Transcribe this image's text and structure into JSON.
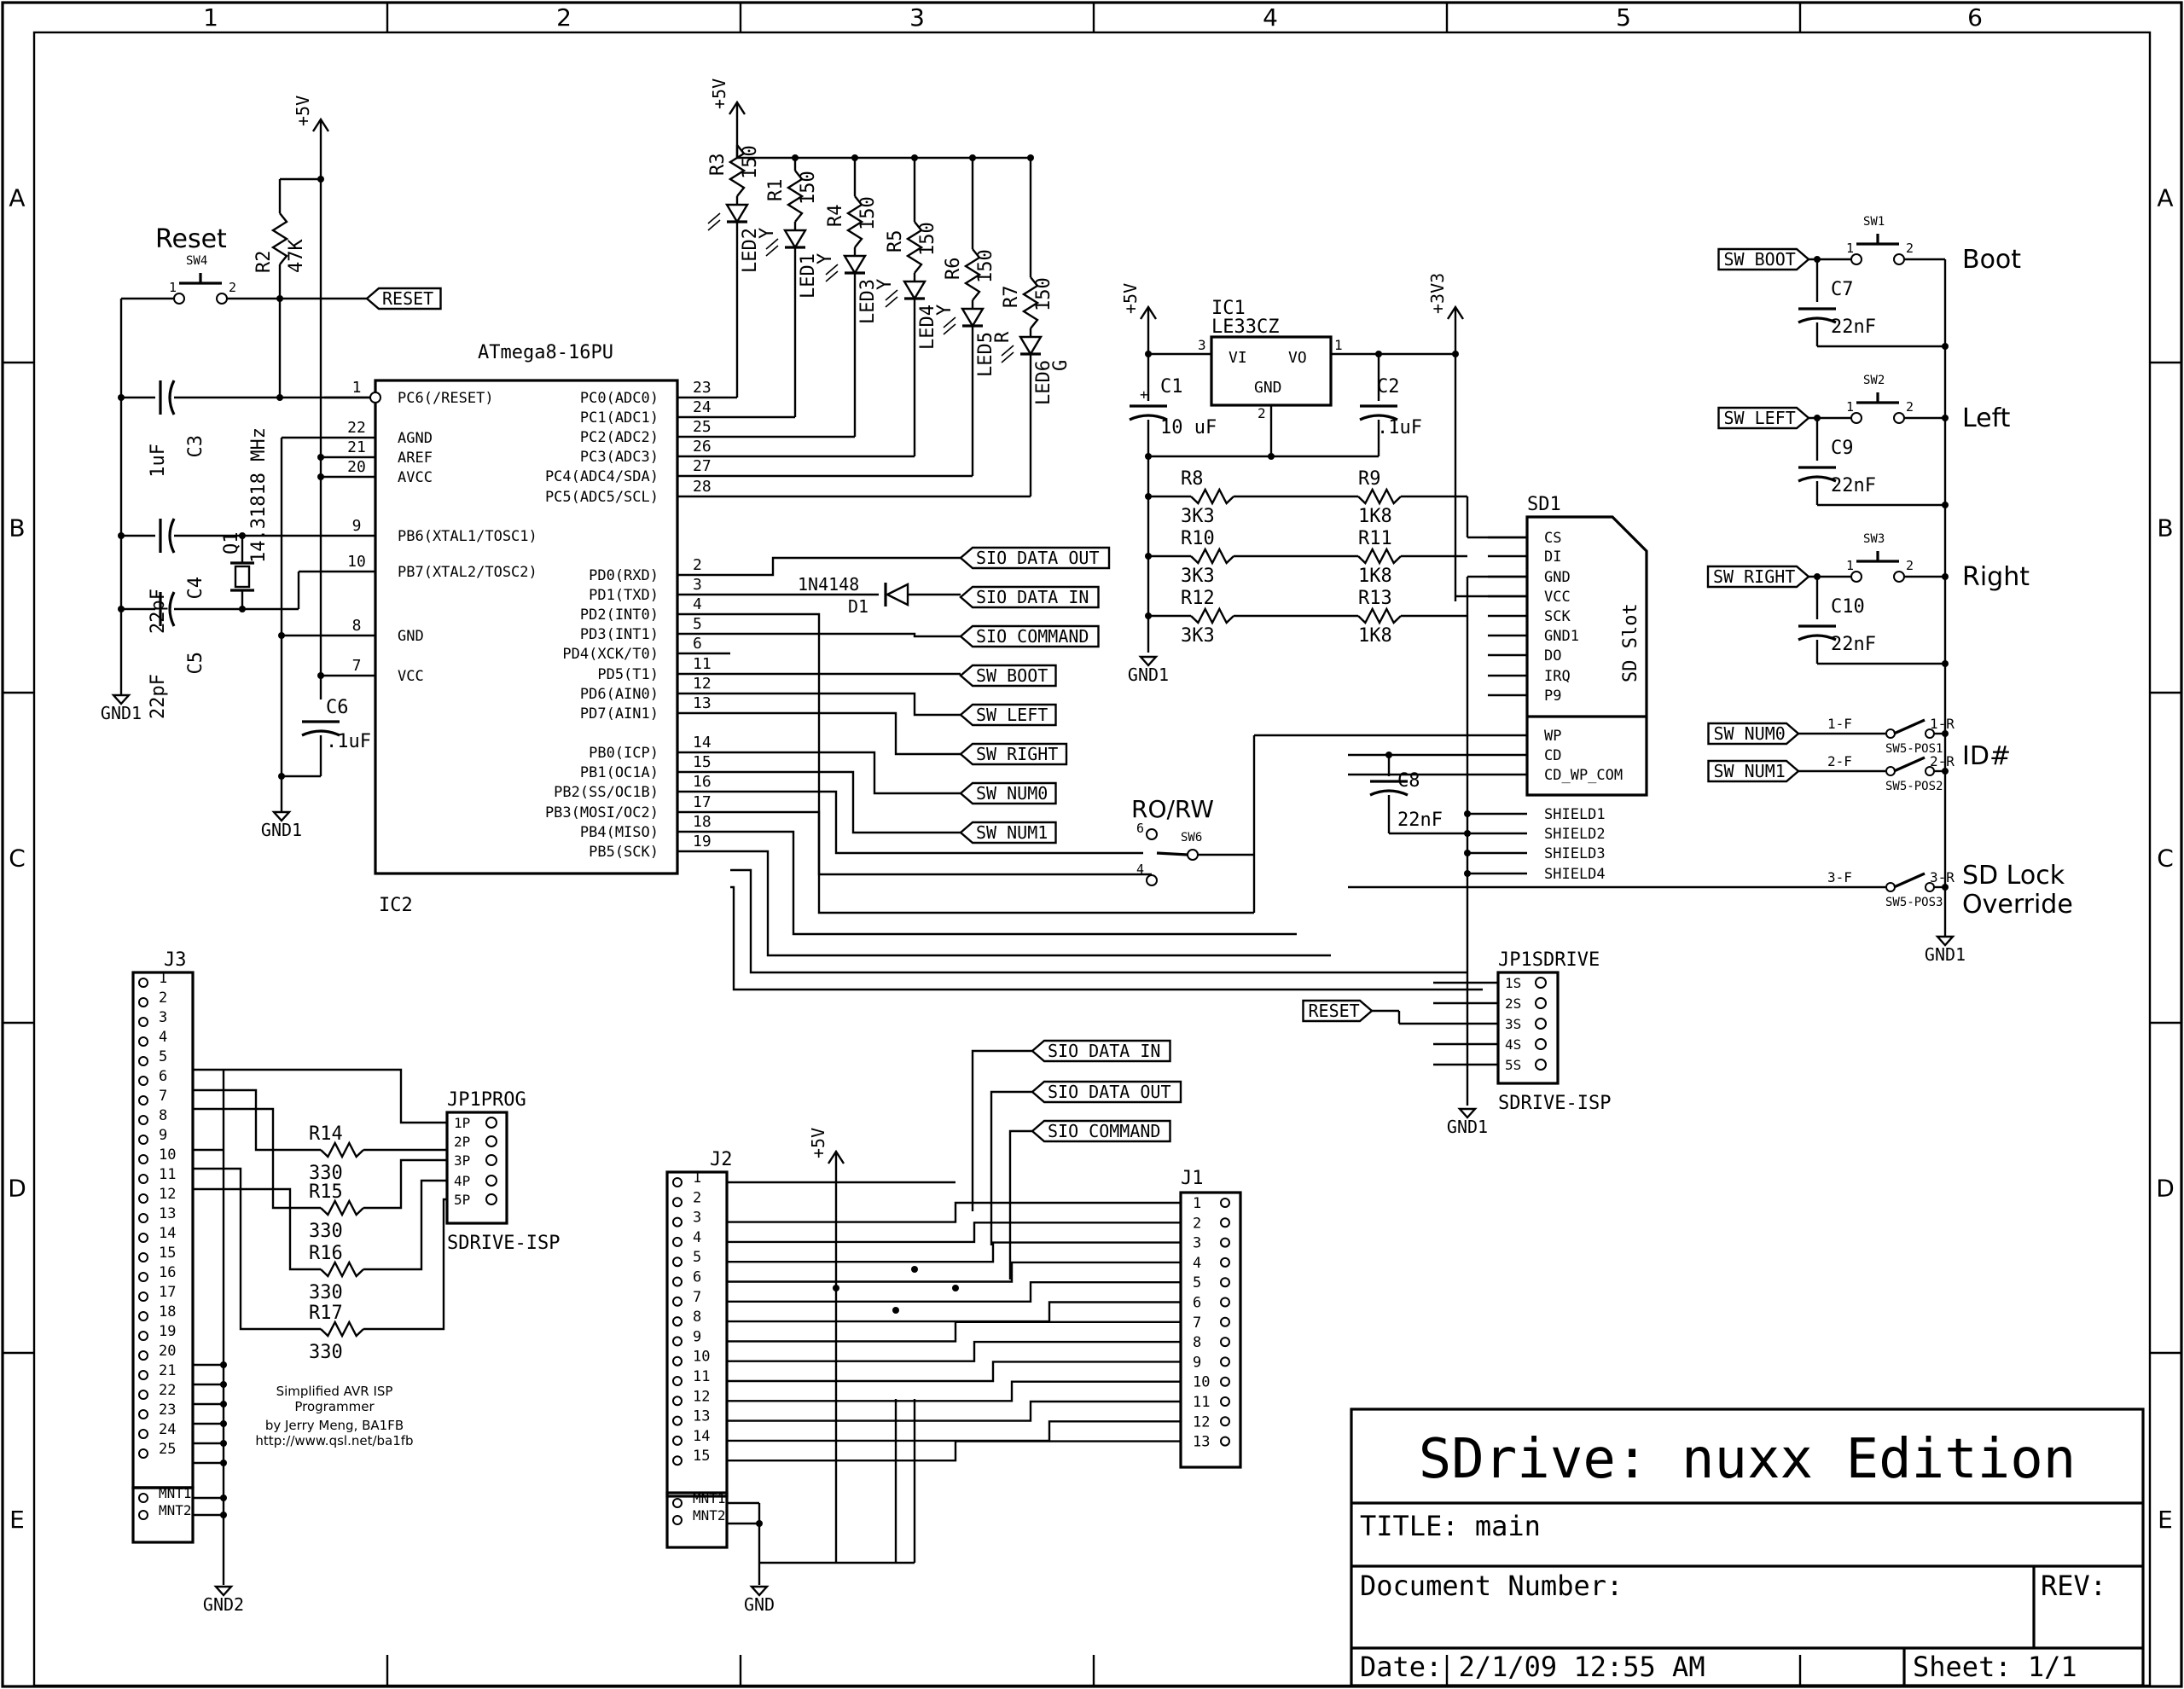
{
  "frame": {
    "col_labels": [
      "1",
      "2",
      "3",
      "4",
      "5",
      "6"
    ],
    "row_labels": [
      "A",
      "B",
      "C",
      "D",
      "E"
    ]
  },
  "title_block": {
    "title": "SDrive: nuxx Edition",
    "title_field": "TITLE:  main",
    "doc_number": "Document Number:",
    "rev": "REV:",
    "date": "Date: 2/1/09 12:55 AM",
    "sheet": "Sheet: 1/1"
  },
  "credit": [
    "Simplified AVR ISP",
    "Programmer",
    "by Jerry Meng, BA1FB",
    "http://www.qsl.net/ba1fb"
  ],
  "ic2": {
    "part": "ATmega8-16PU",
    "ref": "IC2",
    "left_pins": [
      {
        "num": "1",
        "name": "PC6(/RESET)"
      },
      {
        "num": "22",
        "name": "AGND"
      },
      {
        "num": "21",
        "name": "AREF"
      },
      {
        "num": "20",
        "name": "AVCC"
      },
      {
        "num": "9",
        "name": "PB6(XTAL1/TOSC1)"
      },
      {
        "num": "10",
        "name": "PB7(XTAL2/TOSC2)"
      },
      {
        "num": "8",
        "name": "GND"
      },
      {
        "num": "7",
        "name": "VCC"
      }
    ],
    "right_pins": [
      {
        "num": "23",
        "name": "PC0(ADC0)"
      },
      {
        "num": "24",
        "name": "PC1(ADC1)"
      },
      {
        "num": "25",
        "name": "PC2(ADC2)"
      },
      {
        "num": "26",
        "name": "PC3(ADC3)"
      },
      {
        "num": "27",
        "name": "PC4(ADC4/SDA)"
      },
      {
        "num": "28",
        "name": "PC5(ADC5/SCL)"
      },
      {
        "num": "2",
        "name": "PD0(RXD)"
      },
      {
        "num": "3",
        "name": "PD1(TXD)"
      },
      {
        "num": "4",
        "name": "PD2(INT0)"
      },
      {
        "num": "5",
        "name": "PD3(INT1)"
      },
      {
        "num": "6",
        "name": "PD4(XCK/T0)"
      },
      {
        "num": "11",
        "name": "PD5(T1)"
      },
      {
        "num": "12",
        "name": "PD6(AIN0)"
      },
      {
        "num": "13",
        "name": "PD7(AIN1)"
      },
      {
        "num": "14",
        "name": "PB0(ICP)"
      },
      {
        "num": "15",
        "name": "PB1(OC1A)"
      },
      {
        "num": "16",
        "name": "PB2(SS/OC1B)"
      },
      {
        "num": "17",
        "name": "PB3(MOSI/OC2)"
      },
      {
        "num": "18",
        "name": "PB4(MISO)"
      },
      {
        "num": "19",
        "name": "PB5(SCK)"
      }
    ]
  },
  "ic2_flags": [
    "SIO_DATA_OUT",
    "SIO_DATA_IN",
    "SIO_COMMAND",
    "SW_BOOT",
    "SW_LEFT",
    "SW_RIGHT",
    "SW_NUM0",
    "SW_NUM1"
  ],
  "reset": {
    "label": "Reset",
    "sw": "SW4",
    "p1": "1",
    "p2": "2",
    "flag": "RESET",
    "r_ref": "R2",
    "r_val": "47K",
    "supply": "+5V"
  },
  "caps_left": [
    {
      "ref": "C3",
      "val": "1uF"
    },
    {
      "ref": "C4",
      "val": "22pF"
    },
    {
      "ref": "C5",
      "val": "22pF"
    },
    {
      "ref": "C6",
      "val": ".1uF"
    }
  ],
  "crystal": {
    "ref": "Q1",
    "val": "14.31818 MHz"
  },
  "grounds": {
    "gnd1": "GND1",
    "gnd2": "GND2",
    "gnd": "GND"
  },
  "diode": {
    "ref": "D1",
    "val": "1N4148"
  },
  "leds": [
    {
      "r": "R3",
      "led": "LED2",
      "col": "Y"
    },
    {
      "r": "R1",
      "led": "LED1",
      "col": "Y"
    },
    {
      "r": "R4",
      "led": "LED3",
      "col": "Y"
    },
    {
      "r": "R5",
      "led": "LED4",
      "col": "Y"
    },
    {
      "r": "R6",
      "led": "LED5",
      "col": "R"
    },
    {
      "r": "R7",
      "led": "LED6",
      "col": "G"
    }
  ],
  "led_r_val": "150",
  "regulator": {
    "ref": "IC1",
    "part": "LE33CZ",
    "vi": "VI",
    "vo": "VO",
    "gnd": "GND",
    "p1": "3",
    "p2": "1",
    "p3": "2",
    "in": "+5V",
    "out": "+3V3",
    "c1_ref": "C1",
    "c1_val": "10 uF",
    "c2_ref": "C2",
    "c2_val": ".1uF"
  },
  "dividers": [
    {
      "ra": "R8",
      "va": "3K3",
      "rb": "R9",
      "vb": "1K8"
    },
    {
      "ra": "R10",
      "va": "3K3",
      "rb": "R11",
      "vb": "1K8"
    },
    {
      "ra": "R12",
      "va": "3K3",
      "rb": "R13",
      "vb": "1K8"
    }
  ],
  "sd": {
    "ref": "SD1",
    "slot": "SD Slot",
    "pins": [
      "CS",
      "DI",
      "GND",
      "VCC",
      "SCK",
      "GND1",
      "DO",
      "IRQ",
      "P9"
    ],
    "pins2": [
      "WP",
      "CD",
      "CD_WP_COM"
    ],
    "shield": [
      "SHIELD1",
      "SHIELD2",
      "SHIELD3",
      "SHIELD4"
    ],
    "c8_ref": "C8",
    "c8_val": "22nF"
  },
  "rorw": {
    "label": "RO/RW",
    "sw": "SW6",
    "p1": "6",
    "p2": "4"
  },
  "switches": [
    {
      "flag": "SW_BOOT",
      "sw": "SW1",
      "name": "Boot",
      "cap": "C7",
      "cval": "22nF"
    },
    {
      "flag": "SW_LEFT",
      "sw": "SW2",
      "name": "Left",
      "cap": "C9",
      "cval": "22nF"
    },
    {
      "flag": "SW_RIGHT",
      "sw": "SW3",
      "name": "Right",
      "cap": "C10",
      "cval": "22nF"
    }
  ],
  "dip": {
    "rows": [
      {
        "flag": "SW_NUM0",
        "l": "1-F",
        "r": "1-R",
        "pos": "SW5-POS1"
      },
      {
        "flag": "SW_NUM1",
        "l": "2-F",
        "r": "2-R",
        "pos": "SW5-POS2"
      },
      {
        "flag": "",
        "l": "3-F",
        "r": "3-R",
        "pos": "SW5-POS3"
      }
    ],
    "id": "ID#",
    "lock1": "SD Lock",
    "lock2": "Override"
  },
  "jp1sdrive": {
    "ref": "JP1SDRIVE",
    "name": "SDRIVE-ISP",
    "pins": [
      "1S",
      "2S",
      "3S",
      "4S",
      "5S"
    ],
    "flag": "RESET"
  },
  "jp1prog": {
    "ref": "JP1PROG",
    "name": "SDRIVE-ISP",
    "pins": [
      "1P",
      "2P",
      "3P",
      "4P",
      "5P"
    ]
  },
  "isp_res": [
    {
      "ref": "R14",
      "val": "330"
    },
    {
      "ref": "R15",
      "val": "330"
    },
    {
      "ref": "R16",
      "val": "330"
    },
    {
      "ref": "R17",
      "val": "330"
    }
  ],
  "j3": {
    "ref": "J3",
    "pins": [
      "1",
      "2",
      "3",
      "4",
      "5",
      "6",
      "7",
      "8",
      "9",
      "10",
      "11",
      "12",
      "13",
      "14",
      "15",
      "16",
      "17",
      "18",
      "19",
      "20",
      "21",
      "22",
      "23",
      "24",
      "25"
    ],
    "mnt": [
      "MNT1",
      "MNT2"
    ]
  },
  "j2": {
    "ref": "J2",
    "pins": [
      "1",
      "2",
      "3",
      "4",
      "5",
      "6",
      "7",
      "8",
      "9",
      "10",
      "11",
      "12",
      "13",
      "14",
      "15"
    ],
    "mnt": [
      "MNT1",
      "MNT2"
    ],
    "supply": "+5V"
  },
  "j1": {
    "ref": "J1",
    "pins": [
      "1",
      "2",
      "3",
      "4",
      "5",
      "6",
      "7",
      "8",
      "9",
      "10",
      "11",
      "12",
      "13"
    ]
  },
  "sio_flags": [
    "SIO_DATA_IN",
    "SIO_DATA_OUT",
    "SIO_COMMAND"
  ]
}
